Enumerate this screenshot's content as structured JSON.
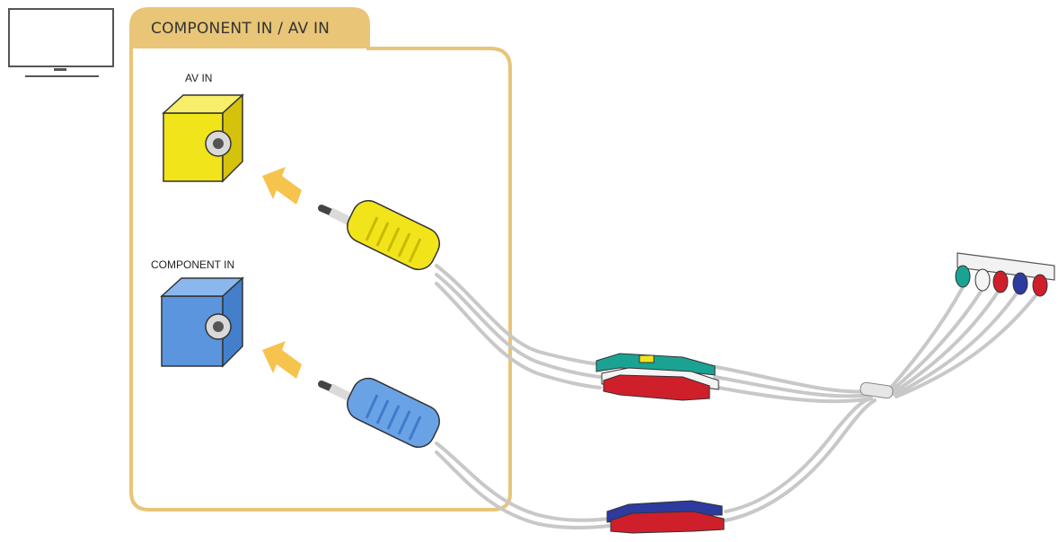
{
  "panel": {
    "title": "COMPONENT IN / AV IN",
    "border_color": "#e8c577"
  },
  "ports": {
    "av": {
      "label": "AV IN",
      "color": "#f2e41b"
    },
    "component": {
      "label": "COMPONENT IN",
      "color": "#5b95dd"
    }
  },
  "icons": {
    "tv": "tv-icon",
    "arrows": "insert-arrow-icon"
  },
  "colors": {
    "arrow": "#f6c34d",
    "cable": "#c8c8c8",
    "green": "#1aa393",
    "red": "#cf1f2b",
    "blue": "#2d3a9e",
    "white": "#f4f4f4"
  }
}
